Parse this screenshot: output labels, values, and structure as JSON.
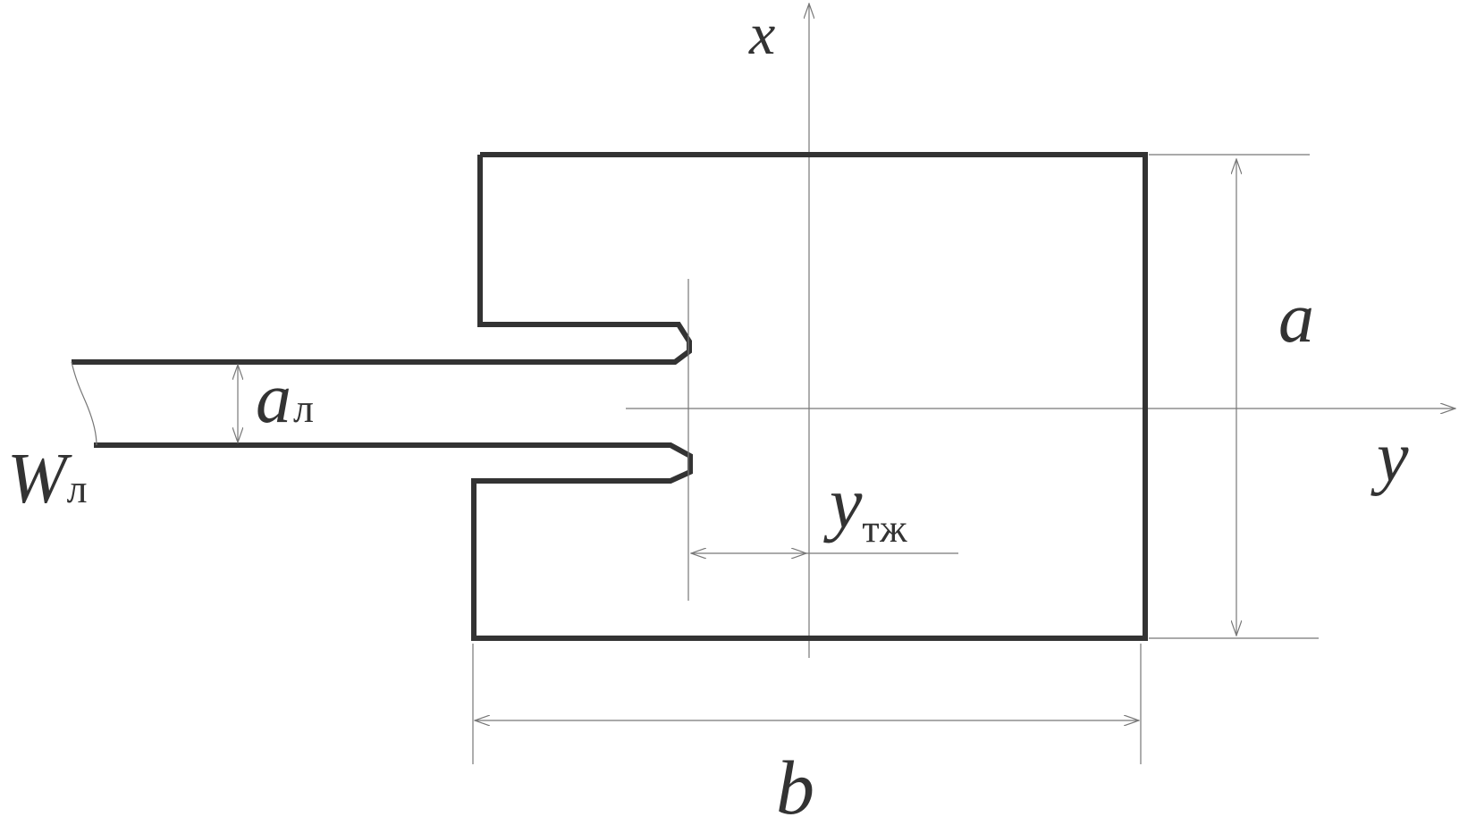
{
  "labels": {
    "axis_x": "x",
    "axis_y": "y",
    "dim_a": "a",
    "dim_b": "b",
    "line_width_main": "a",
    "line_width_sub": "л",
    "impedance_main": "W",
    "impedance_sub": "л",
    "offset_main": "y",
    "offset_sub": "тж"
  },
  "colors": {
    "outline": "#333333",
    "thin_line": "#777777"
  }
}
